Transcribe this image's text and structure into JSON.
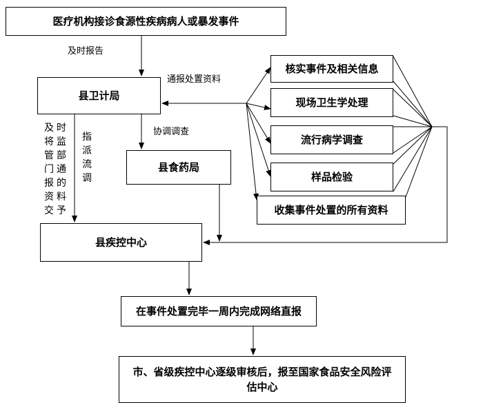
{
  "nodes": {
    "report_source": "医疗机构接诊食源性疾病病人或暴发事件",
    "county_health_bureau": "县卫计局",
    "county_fda": "县食药局",
    "county_cdc": "县疾控中心",
    "verify_event": "核实事件及相关信息",
    "onsite_hygiene": "现场卫生学处理",
    "epi_investigation": "流行病学调查",
    "sample_testing": "样品检验",
    "collect_materials": "收集事件处置的所有资料",
    "network_report": "在事件处置完毕一周内完成网络直报",
    "final_review": "市、省级疾控中心逐级审核后，报至国家食品安全风险评估中心"
  },
  "labels": {
    "timely_report": "及时报告",
    "notify_materials": "通报处置资料",
    "coordinate_investigation": "协调调查",
    "assign_investigation": "指派流调",
    "timely_transfer": "及时将监管部门通报的资料交予"
  }
}
